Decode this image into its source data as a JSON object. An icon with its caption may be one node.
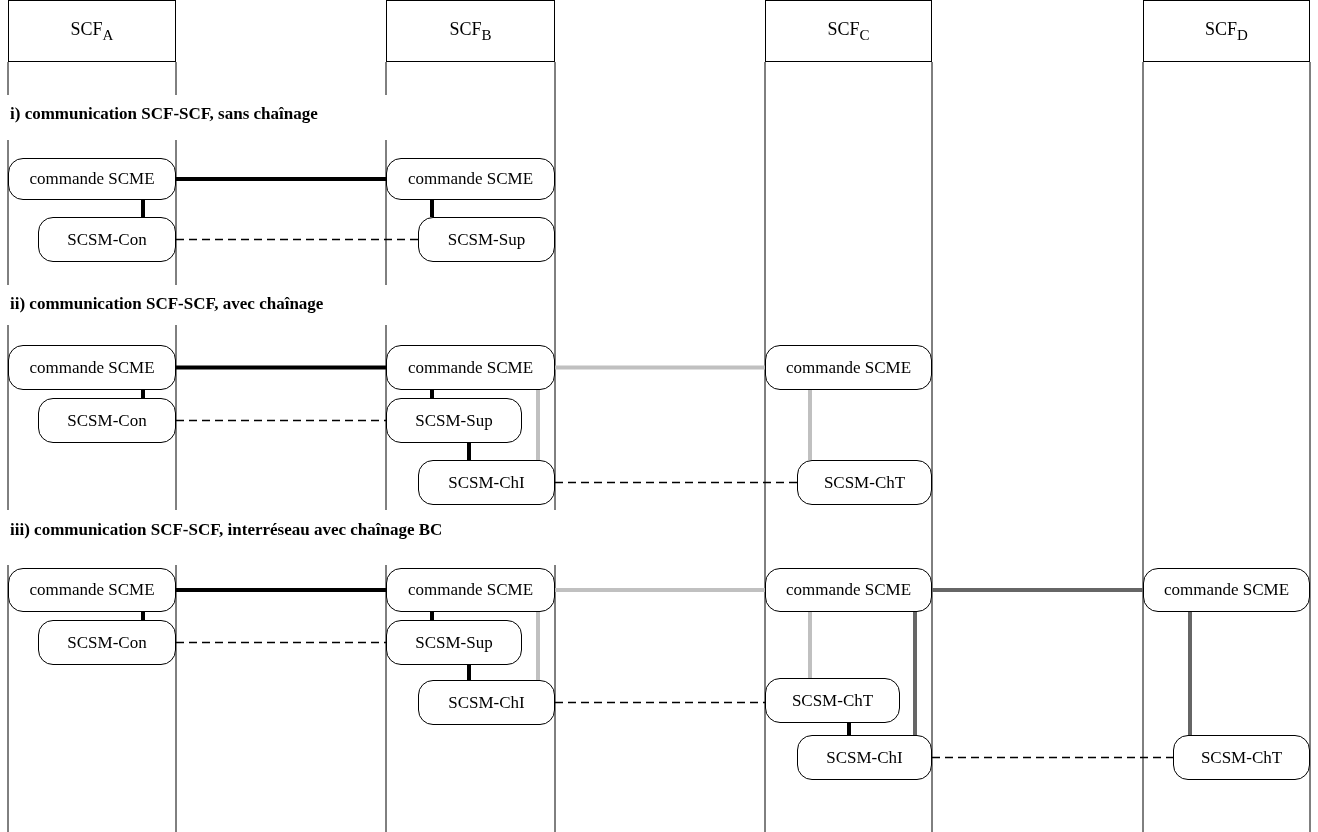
{
  "diagram": {
    "nodes": [
      {
        "text": [
          "SCF$_{A}$"
        ]
      },
      {
        "text": [
          "SCF$_{B}$"
        ]
      },
      {
        "text": [
          "SCF$_{C}$"
        ]
      },
      {
        "text": [
          "SCF$_{D}$"
        ]
      },
      {
        "text": [
          "commande SCME"
        ]
      },
      {
        "text": [
          "commande SCME"
        ]
      },
      {
        "text": [
          "SCSM-Con"
        ]
      },
      {
        "text": [
          "SCSM-Sup"
        ]
      },
      {
        "text": [
          "commande SCME"
        ]
      },
      {
        "text": [
          "commande SCME"
        ]
      },
      {
        "text": [
          "commande SCME"
        ]
      },
      {
        "text": [
          "SCSM-Con"
        ]
      },
      {
        "text": [
          "SCSM-Sup"
        ]
      },
      {
        "text": [
          "SCSM-ChI"
        ]
      },
      {
        "text": [
          "SCSM-ChT"
        ]
      },
      {
        "text": [
          "commande SCME"
        ]
      },
      {
        "text": [
          "commande SCME"
        ]
      },
      {
        "text": [
          "commande SCME"
        ]
      },
      {
        "text": [
          "commande SCME"
        ]
      },
      {
        "text": [
          "SCSM-Con"
        ]
      },
      {
        "text": [
          "SCSM-Sup"
        ]
      },
      {
        "text": [
          "SCSM-ChI"
        ]
      },
      {
        "text": [
          "SCSM-ChT"
        ]
      },
      {
        "text": [
          "SCSM-ChI"
        ]
      },
      {
        "text": [
          "SCSM-ChT"
        ]
      }
    ],
    "edges": [
      {
        "from": 4,
        "to": 5,
        "arrow": "none"
      },
      {
        "from": 4,
        "to": 6,
        "arrow": "none"
      },
      {
        "from": 5,
        "to": 7,
        "arrow": "none"
      },
      {
        "from": 6,
        "to": 7,
        "arrow": "none",
        "style": "dashed"
      },
      {
        "from": 8,
        "to": 9,
        "arrow": "none"
      },
      {
        "from": 9,
        "to": 10,
        "arrow": "none",
        "color": "#c0c0c0"
      },
      {
        "from": 8,
        "to": 11,
        "arrow": "none"
      },
      {
        "from": 9,
        "to": 12,
        "arrow": "none"
      },
      {
        "from": 12,
        "to": 13,
        "arrow": "none"
      },
      {
        "from": 9,
        "to": 13,
        "arrow": "none",
        "color": "#c0c0c0"
      },
      {
        "from": 10,
        "to": 14,
        "arrow": "none",
        "color": "#c0c0c0"
      },
      {
        "from": 11,
        "to": 12,
        "arrow": "none",
        "style": "dashed"
      },
      {
        "from": 13,
        "to": 14,
        "arrow": "none",
        "style": "dashed"
      },
      {
        "from": 15,
        "to": 16,
        "arrow": "none"
      },
      {
        "from": 16,
        "to": 17,
        "arrow": "none",
        "color": "#c0c0c0"
      },
      {
        "from": 17,
        "to": 18,
        "arrow": "none",
        "color": "#666666"
      },
      {
        "from": 15,
        "to": 19,
        "arrow": "none"
      },
      {
        "from": 16,
        "to": 20,
        "arrow": "none"
      },
      {
        "from": 20,
        "to": 21,
        "arrow": "none"
      },
      {
        "from": 16,
        "to": 21,
        "arrow": "none",
        "color": "#c0c0c0"
      },
      {
        "from": 17,
        "to": 22,
        "arrow": "none",
        "color": "#c0c0c0"
      },
      {
        "from": 22,
        "to": 23,
        "arrow": "none"
      },
      {
        "from": 17,
        "to": 23,
        "arrow": "none",
        "color": "#666666"
      },
      {
        "from": 18,
        "to": 24,
        "arrow": "none",
        "color": "#666666"
      },
      {
        "from": 19,
        "to": 20,
        "arrow": "none",
        "style": "dashed"
      },
      {
        "from": 21,
        "to": 22,
        "arrow": "none",
        "style": "dashed"
      },
      {
        "from": 23,
        "to": 24,
        "arrow": "none",
        "style": "dashed"
      }
    ],
    "labels": [
      "i) communication SCF-SCF, sans chaînage",
      "ii) communication SCF-SCF, avec chaînage",
      "iii) communication SCF-SCF, interréseau avec chaînage BC"
    ]
  }
}
